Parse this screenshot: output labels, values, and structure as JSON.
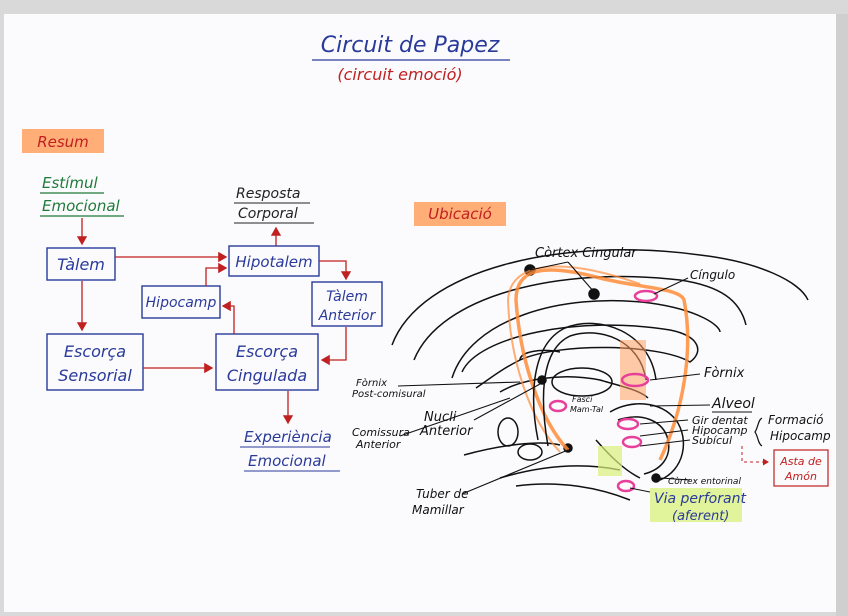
{
  "title": "Circuit de Papez",
  "subtitle": "(circuit emoció)",
  "summary_label": "Resum",
  "location_label": "Ubicació",
  "flow": {
    "stimulus": [
      "Estímul",
      "Emocional"
    ],
    "response": [
      "Resposta",
      "Corporal"
    ],
    "experience": [
      "Experiència",
      "Emocional"
    ],
    "talem": "Tàlem",
    "hipotalem": "Hipotalem",
    "hipocamp": "Hipocamp",
    "talem_anterior": [
      "Tàlem",
      "Anterior"
    ],
    "escorca_sensorial": [
      "Escorça",
      "Sensorial"
    ],
    "escorca_cingulada": [
      "Escorça",
      "Cingulada"
    ]
  },
  "brain_labels": {
    "cortex_cingular": "Còrtex Cingular",
    "cingulo": "Cíngulo",
    "fornix_right": "Fòrnix",
    "alveol": "Alveol",
    "gir_dentat": "Gir dentat",
    "hipocamp": "Hipocamp",
    "subicul": "Subícul",
    "formacio": "Formació",
    "hipocamp_formacio": "Hipocamp",
    "asta_amon": [
      "Asta de",
      "Amón"
    ],
    "cortex_entorinal": "Còrtex entorinal",
    "via_perforant": "Via perforant",
    "aferent": "(aferent)",
    "fornix_post": [
      "Fòrnix",
      "Post-comisural"
    ],
    "nucli_anterior": [
      "Nucli",
      "Anterior"
    ],
    "comissura_anterior": [
      "Comissura",
      "Anterior"
    ],
    "tuber_mamillar": [
      "Tuber de",
      "Mamillar"
    ],
    "fasci_mamtal": [
      "Fasci",
      "Mam-Tal"
    ]
  },
  "colors": {
    "paper": "#fbfbfd",
    "blue_ink": "#2a3a9a",
    "red_ink": "#c02020",
    "green_ink": "#1f7a3a",
    "black_ink": "#111111",
    "orange_highlight": "#ffa060",
    "yellow_highlight": "#d8f07a",
    "pink_marker": "#e8409a"
  }
}
